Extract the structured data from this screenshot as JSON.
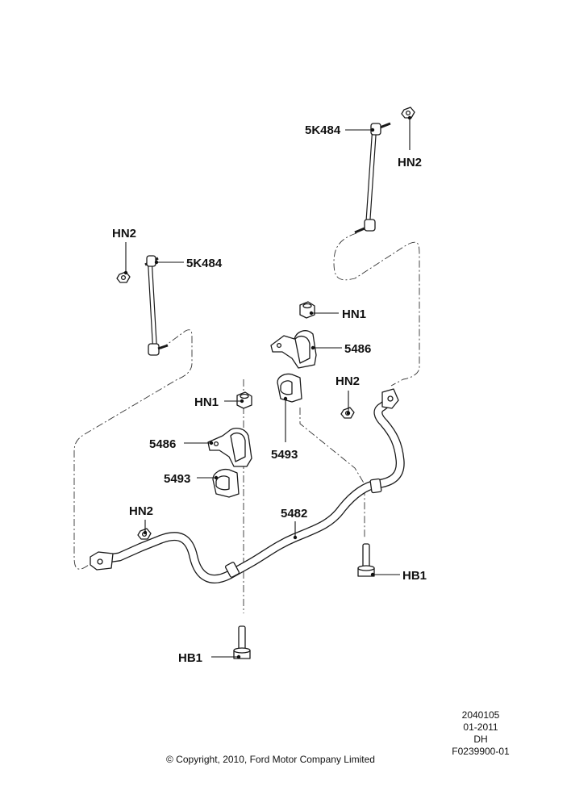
{
  "labels": {
    "link_right": "5K484",
    "nut_link_right": "HN2",
    "nut_link_left": "HN2",
    "link_left": "5K484",
    "nut_bracket_right": "HN1",
    "bracket_right": "5486",
    "nut_bar_right": "HN2",
    "nut_bracket_left": "HN1",
    "bushing_right": "5493",
    "bracket_left": "5486",
    "bushing_left": "5493",
    "nut_bar_left": "HN2",
    "stabilizer_bar": "5482",
    "bolt_right": "HB1",
    "bolt_left": "HB1"
  },
  "footer": {
    "code_1": "2040105",
    "code_2": "01-2011",
    "code_3": "DH",
    "code_4": "F0239900-01",
    "copyright": "© Copyright, 2010, Ford Motor Company Limited"
  }
}
